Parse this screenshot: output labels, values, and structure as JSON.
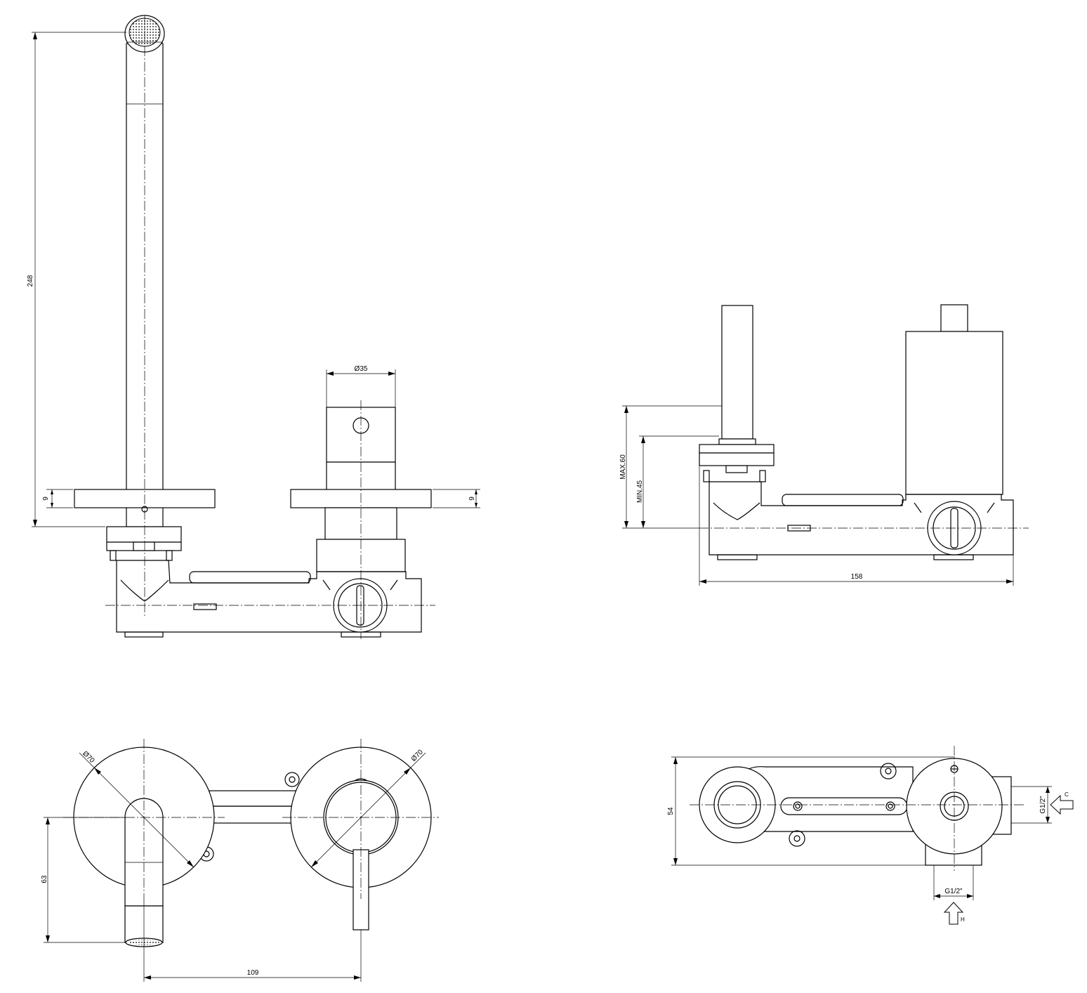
{
  "dimensions": {
    "height_248": "248",
    "plate_thickness_left": "9",
    "plate_thickness_right": "9",
    "handle_diameter": "Ø35",
    "max_depth": "MAX.60",
    "min_depth": "MIN.45",
    "body_length": "158",
    "plate_diameter_left": "Ø70",
    "plate_diameter_right": "Ø70",
    "spout_offset": "63",
    "centre_distance": "109",
    "body_height": "54",
    "thread_side": "G1/2\"",
    "thread_bottom": "G1/2\""
  },
  "connections": {
    "cold_label": "C",
    "hot_label": "H"
  }
}
